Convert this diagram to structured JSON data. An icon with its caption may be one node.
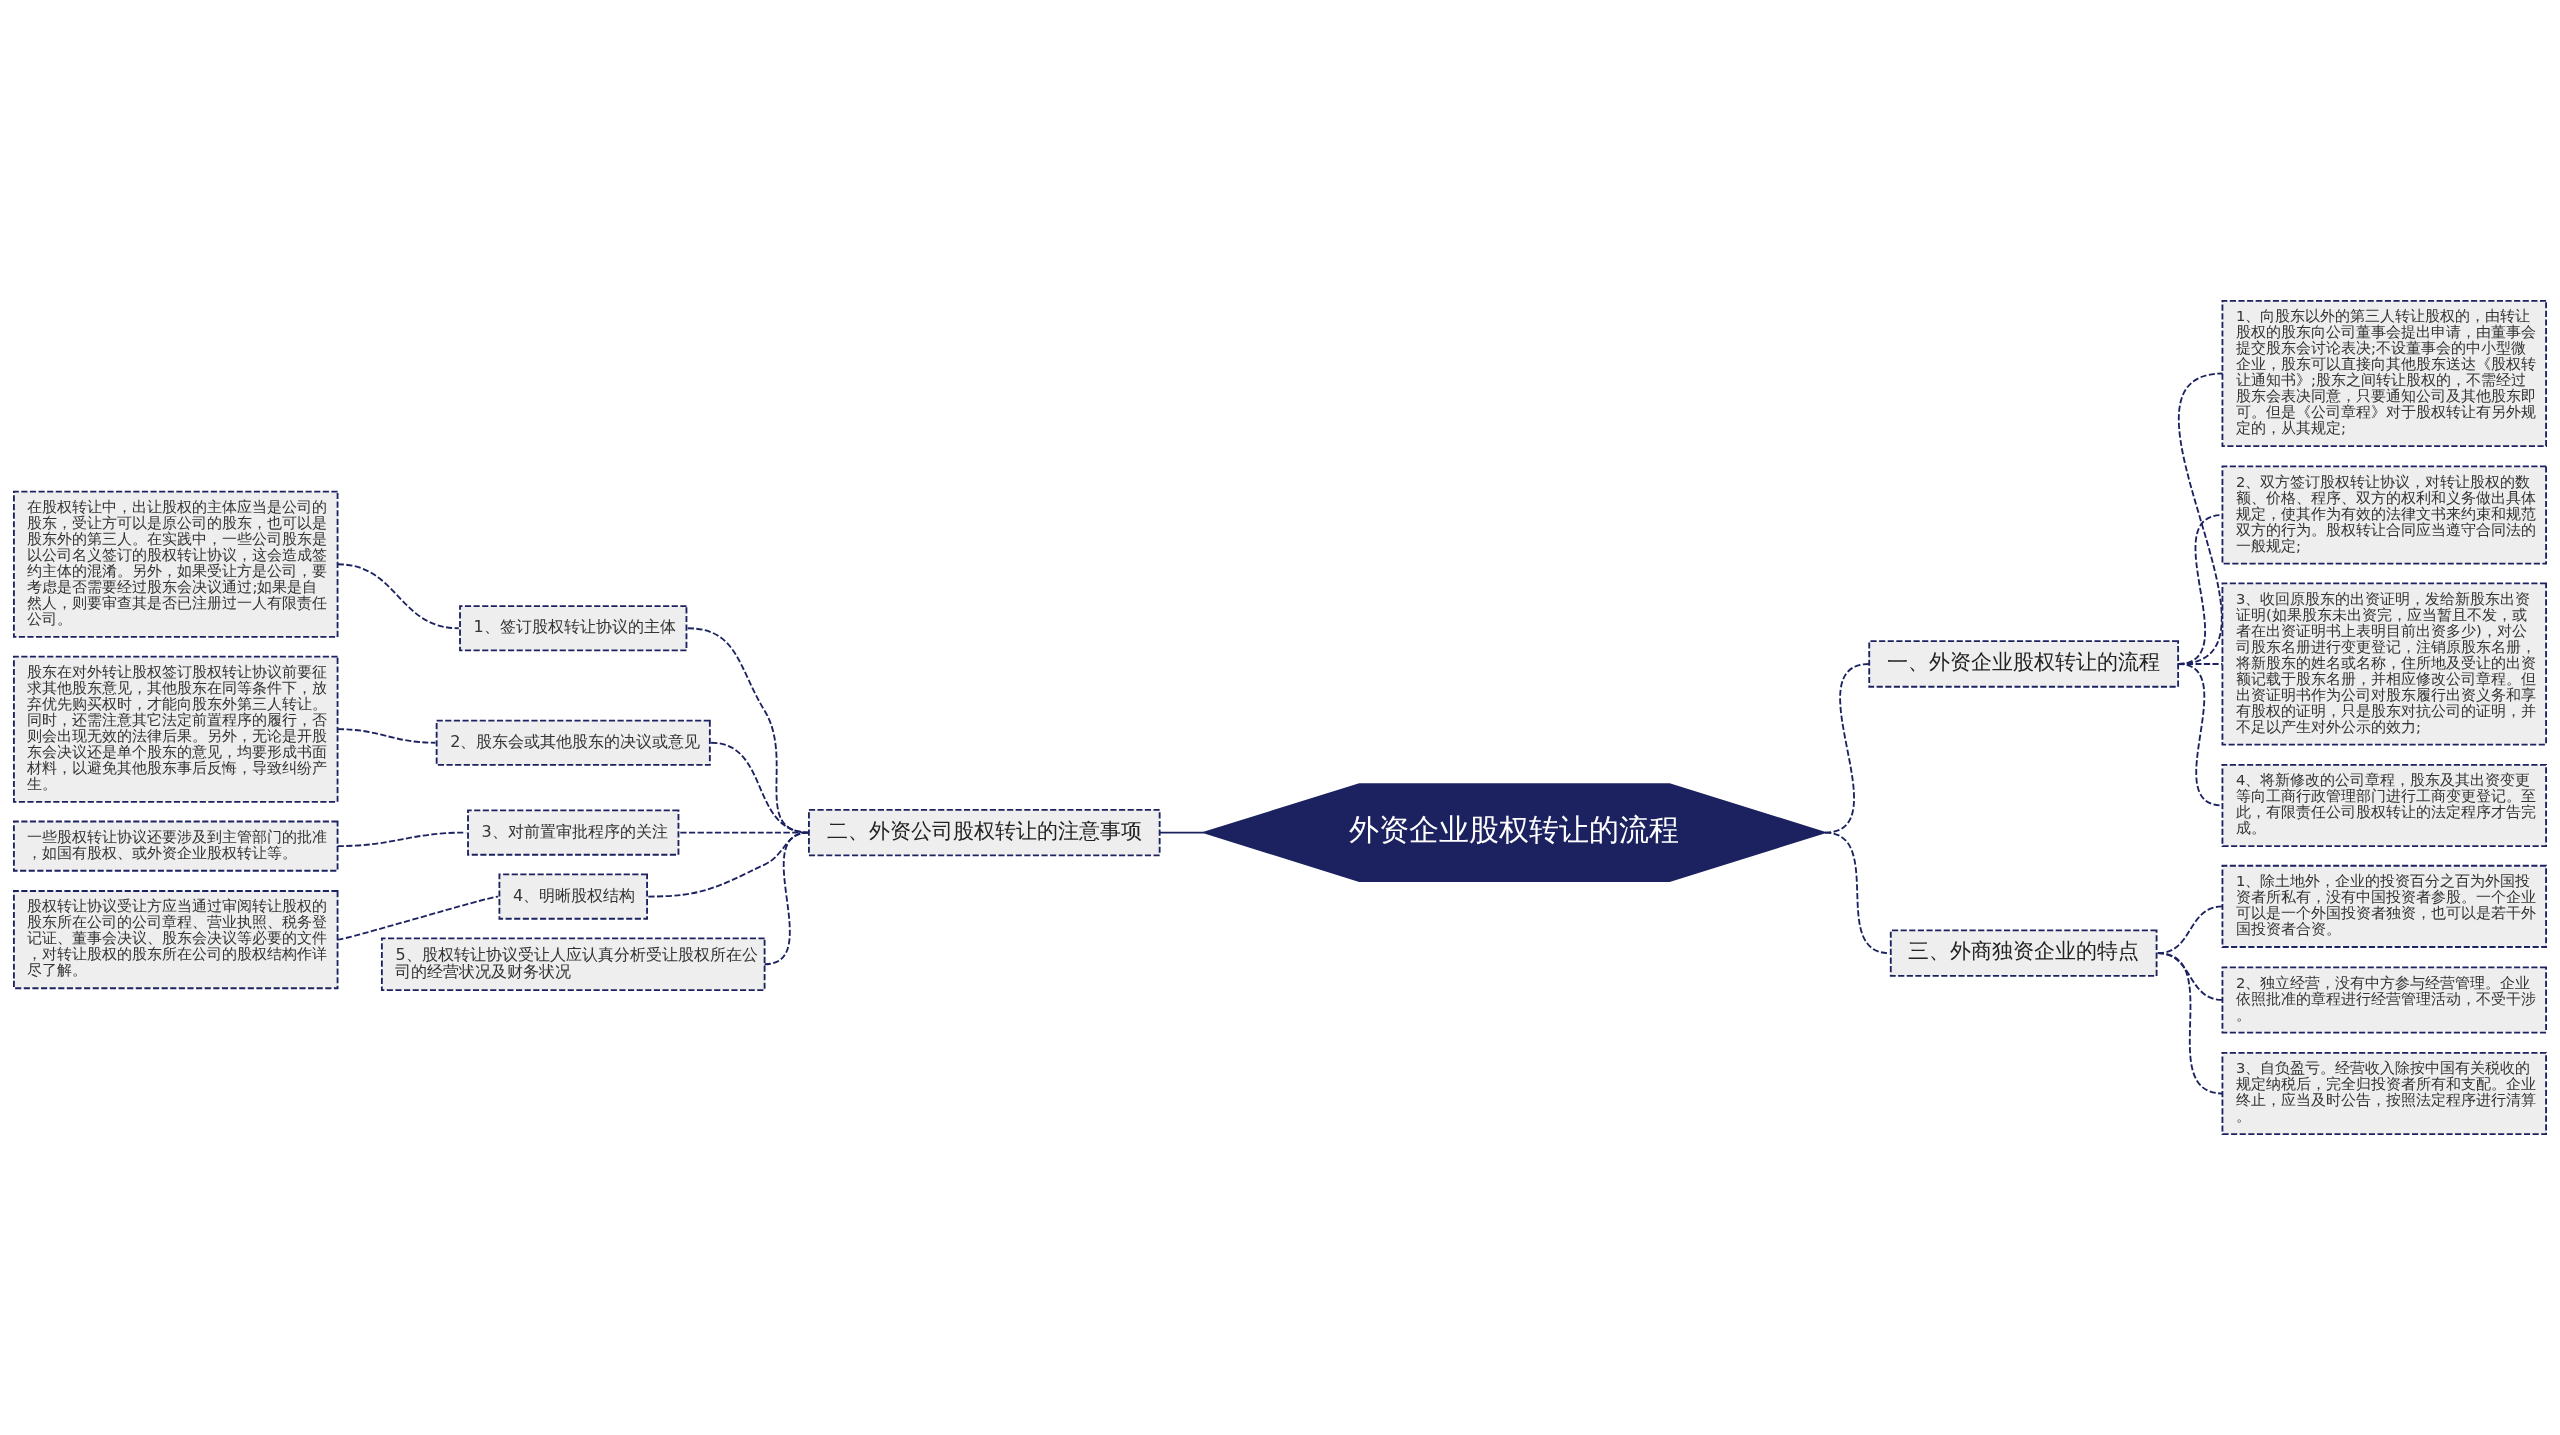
{
  "diagram": {
    "nodes": [
      {
        "text": [
          "外资企业股权转让的流程"
        ]
      },
      {
        "text": [
          "二、外资公司股权转让的注意事项"
        ]
      },
      {
        "text": [
          "1、签订股权转让协议的主体"
        ]
      },
      {
        "text": [
          "在股权转让中，出让股权的主体应当是公司的股东，受让方可以是原公司的股东，也可以是股东外的第三人。在实践中，一些公司股东是以公司名义签订的股权转让协议，这会造成签约主体的混淆。另外，如果受让方是公司，要考虑是否需要经过股东会决议通过;如果是自然人，则要审查其是否已注册过一人有限责任公司。"
        ]
      },
      {
        "text": [
          "2、股东会或其他股东的决议或意见"
        ]
      },
      {
        "text": [
          "股东在对外转让股权签订股权转让协议前要征求其他股东意见，其他股东在同等条件下，放弃优先购买权时，才能向股东外第三人转让。同时，还需注意其它法定前置程序的履行，否则会出现无效的法律后果。另外，无论是开股东会决议还是单个股东的意见，均要形成书面材料，以避免其他股东事后反悔，导致纠纷产生。"
        ]
      },
      {
        "text": [
          "3、对前置审批程序的关注"
        ]
      },
      {
        "text": [
          "一些股权转让协议还要涉及到主管部门的批准，如国有股权、或外资企业股权转让等。"
        ]
      },
      {
        "text": [
          "4、明晰股权结构"
        ]
      },
      {
        "text": [
          "股权转让协议受让方应当通过审阅转让股权的股东所在公司的公司章程、营业执照、税务登记证、董事会决议、股东会决议等必要的文件，对转让股权的股东所在公司的股权结构作详尽了解。"
        ]
      },
      {
        "text": [
          "5、股权转让协议受让人应认真分析受让股权所在公司的经营状况及财务状况"
        ]
      },
      {
        "text": [
          "一、外资企业股权转让的流程"
        ]
      },
      {
        "text": [
          "1、向股东以外的第三人转让股权的，由转让股权的股东向公司董事会提出申请，由董事会提交股东会讨论表决;不设董事会的中小型微企业，股东可以直接向其他股东送达《股权转让通知书》;股东之间转让股权的，不需经过股东会表决同意，只要通知公司及其他股东即可。但是《公司章程》对于股权转让有另外规定的，从其规定;"
        ]
      },
      {
        "text": [
          "2、双方签订股权转让协议，对转让股权的数额、价格、程序、双方的权利和义务做出具体规定，使其作为有效的法律文书来约束和规范双方的行为。股权转让合同应当遵守合同法的一般规定;"
        ]
      },
      {
        "text": [
          "3、收回原股东的出资证明，发给新股东出资证明(如果股东未出资完，应当暂且不发，或者在出资证明书上表明目前出资多少)，对公司股东名册进行变更登记，注销原股东名册，将新股东的姓名或名称，住所地及受让的出资额记载于股东名册，并相应修改公司章程。但出资证明书作为公司对股东履行出资义务和享有股权的证明，只是股东对抗公司的证明，并不足以产生对外公示的效力;"
        ]
      },
      {
        "text": [
          "4、将新修改的公司章程，股东及其出资变更等向工商行政管理部门进行工商变更登记。至此，有限责任公司股权转让的法定程序才告完成。"
        ]
      },
      {
        "text": [
          "三、外商独资企业的特点"
        ]
      },
      {
        "text": [
          "1、除土地外，企业的投资百分之百为外国投资者所私有，没有中国投资者参股。一个企业可以是一个外国投资者独资，也可以是若干外国投资者合资。"
        ]
      },
      {
        "text": [
          "2、独立经营，没有中方参与经营管理。企业依照批准的章程进行经营管理活动，不受干涉。"
        ]
      },
      {
        "text": [
          "3、自负盈亏。经营收入除按中国有关税收的规定纳税后，完全归投资者所有和支配。企业终止，应当及时公告，按照法定程序进行清算。"
        ]
      }
    ],
    "edges": [
      {
        "from": 1,
        "to": 0,
        "arrow": "none"
      },
      {
        "from": 2,
        "to": 1,
        "arrow": "none",
        "style": "dashed"
      },
      {
        "from": 3,
        "to": 2,
        "arrow": "none",
        "style": "dashed"
      },
      {
        "from": 4,
        "to": 1,
        "arrow": "none",
        "style": "dashed"
      },
      {
        "from": 5,
        "to": 4,
        "arrow": "none",
        "style": "dashed"
      },
      {
        "from": 6,
        "to": 1,
        "arrow": "none",
        "style": "dashed"
      },
      {
        "from": 7,
        "to": 6,
        "arrow": "none",
        "style": "dashed"
      },
      {
        "from": 8,
        "to": 1,
        "arrow": "none",
        "style": "dashed"
      },
      {
        "from": 9,
        "to": 8,
        "arrow": "none",
        "style": "dashed"
      },
      {
        "from": 10,
        "to": 1,
        "arrow": "none",
        "style": "dashed"
      },
      {
        "from": 0,
        "to": 11,
        "arrow": "none",
        "style": "dashed"
      },
      {
        "from": 11,
        "to": 12,
        "arrow": "none",
        "style": "dashed"
      },
      {
        "from": 11,
        "to": 13,
        "arrow": "none",
        "style": "dashed"
      },
      {
        "from": 11,
        "to": 14,
        "arrow": "none",
        "style": "dashed"
      },
      {
        "from": 11,
        "to": 15,
        "arrow": "none",
        "style": "dashed"
      },
      {
        "from": 0,
        "to": 16,
        "arrow": "none",
        "style": "dashed"
      },
      {
        "from": 16,
        "to": 17,
        "arrow": "none",
        "style": "dashed"
      },
      {
        "from": 16,
        "to": 18,
        "arrow": "none",
        "style": "dashed"
      },
      {
        "from": 16,
        "to": 19,
        "arrow": "none",
        "style": "dashed"
      }
    ]
  }
}
